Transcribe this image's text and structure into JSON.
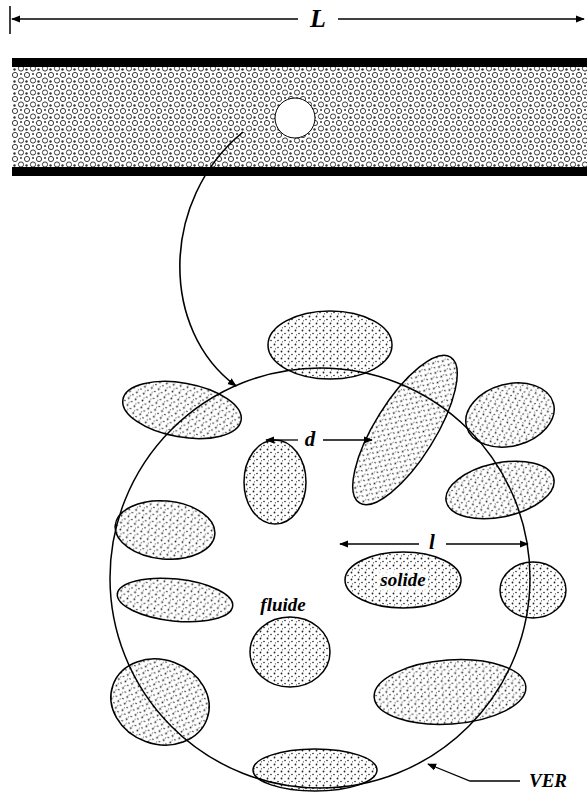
{
  "diagram": {
    "nodes": [
      {
        "text": [
          "solide"
        ]
      }
    ],
    "labels": [
      "L",
      "d",
      "l",
      "fluide",
      "VER"
    ]
  }
}
